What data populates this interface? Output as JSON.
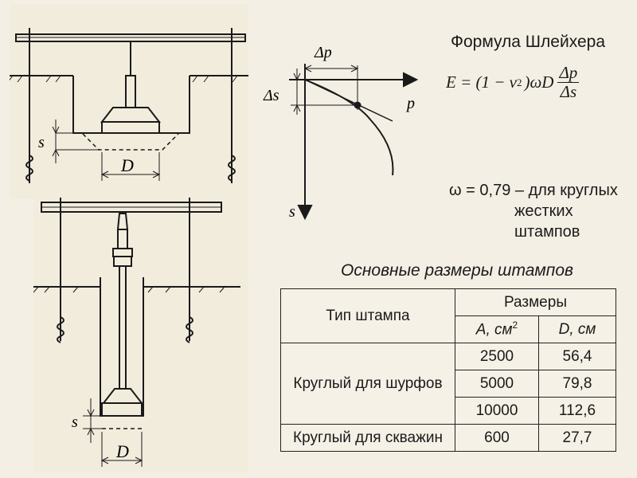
{
  "labels": {
    "s": "s",
    "D": "D",
    "delta_p": "Δp",
    "delta_s": "Δs",
    "p": "p"
  },
  "formula": {
    "title": "Формула Шлейхера",
    "lhs": "E = (1 − ν",
    "exp": "2",
    "mid": ")ωD",
    "num": "Δp",
    "den": "Δs"
  },
  "omega_note": {
    "line1": "ω = 0,79 – для круглых",
    "line2": "жестких",
    "line3": "штампов"
  },
  "table": {
    "title": "Основные размеры штампов",
    "header_type": "Тип штампа",
    "header_sizes": "Размеры",
    "header_A": "A, см",
    "header_A_exp": "2",
    "header_D": "D, см",
    "group1_label": "Круглый для шурфов",
    "group1_rows": [
      {
        "A": "2500",
        "D": "56,4"
      },
      {
        "A": "5000",
        "D": "79,8"
      },
      {
        "A": "10000",
        "D": "112,6"
      }
    ],
    "group2_label": "Круглый для скважин",
    "group2_row": {
      "A": "600",
      "D": "27,7"
    }
  }
}
